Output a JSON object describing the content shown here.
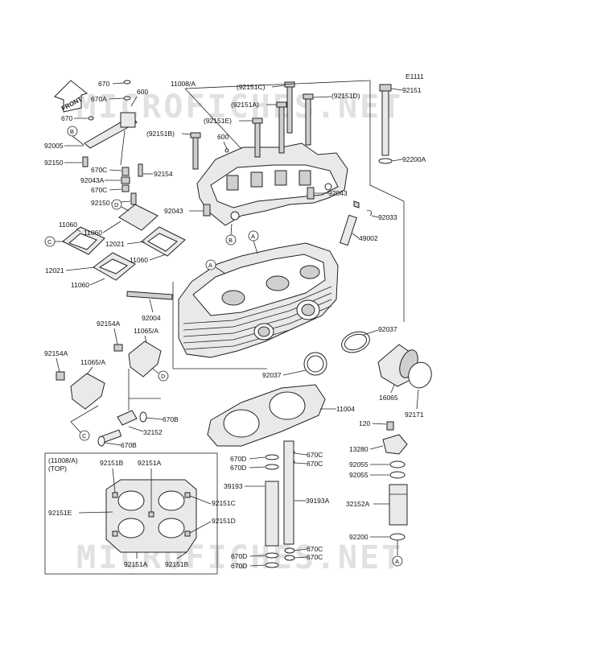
{
  "diagram_code": "E1111",
  "watermark": "MICROFICHES.NET",
  "front_arrow_text": "FRONT",
  "inset_title": "(11008/A)",
  "inset_subtitle": "(TOP)",
  "ref_letters": [
    "A",
    "B",
    "C",
    "D"
  ],
  "labels": {
    "p670_top": "670",
    "p670a": "670A",
    "p600_top": "600",
    "p11008a": "11008/A",
    "p92151c_top": "(92151C)",
    "p92151_right": "92151",
    "p92151d_top": "(92151D)",
    "p92151a_top": "(92151A)",
    "p670_left": "670",
    "p92151e_top": "(92151E)",
    "p92151b_top": "(92151B)",
    "p600_mid": "600",
    "p92005": "92005",
    "p92200a": "92200A",
    "p92150_a": "92150",
    "p670c_a": "670C",
    "p92154": "92154",
    "p92043a": "92043A",
    "p670c_b": "670C",
    "p92043_r": "92043",
    "p92150_b": "92150",
    "p92043_l": "92043",
    "p92033": "92033",
    "p11060_a": "11060",
    "p11060_b": "11060",
    "p12021_a": "12021",
    "p49002": "49002",
    "p11060_c": "11060",
    "p12021_b": "12021",
    "p11060_d": "11060",
    "p92004": "92004",
    "p92154a_a": "92154A",
    "p11065a_a": "11065/A",
    "p92037_a": "92037",
    "p92154a_b": "92154A",
    "p11065a_b": "11065/A",
    "p92037_b": "92037",
    "p16065": "16065",
    "p92171": "92171",
    "p11004": "11004",
    "p670b_a": "670B",
    "p32152": "32152",
    "p670b_b": "670B",
    "p120": "120",
    "p13280": "13280",
    "p670d_a": "670D",
    "p670c_c": "670C",
    "p670d_b": "670D",
    "p670c_d": "670C",
    "p92055_a": "92055",
    "p92055_b": "92055",
    "p39193": "39193",
    "p39193a": "39193A",
    "p32152a": "32152A",
    "p92200": "92200",
    "p670d_c": "670D",
    "p670c_e": "670C",
    "p670d_d": "670D",
    "p670c_f": "670C",
    "in_92151b_t": "92151B",
    "in_92151a_t": "92151A",
    "in_92151e": "92151E",
    "in_92151c": "92151C",
    "in_92151d": "92151D",
    "in_92151a_b": "92151A",
    "in_92151b_b": "92151B"
  }
}
